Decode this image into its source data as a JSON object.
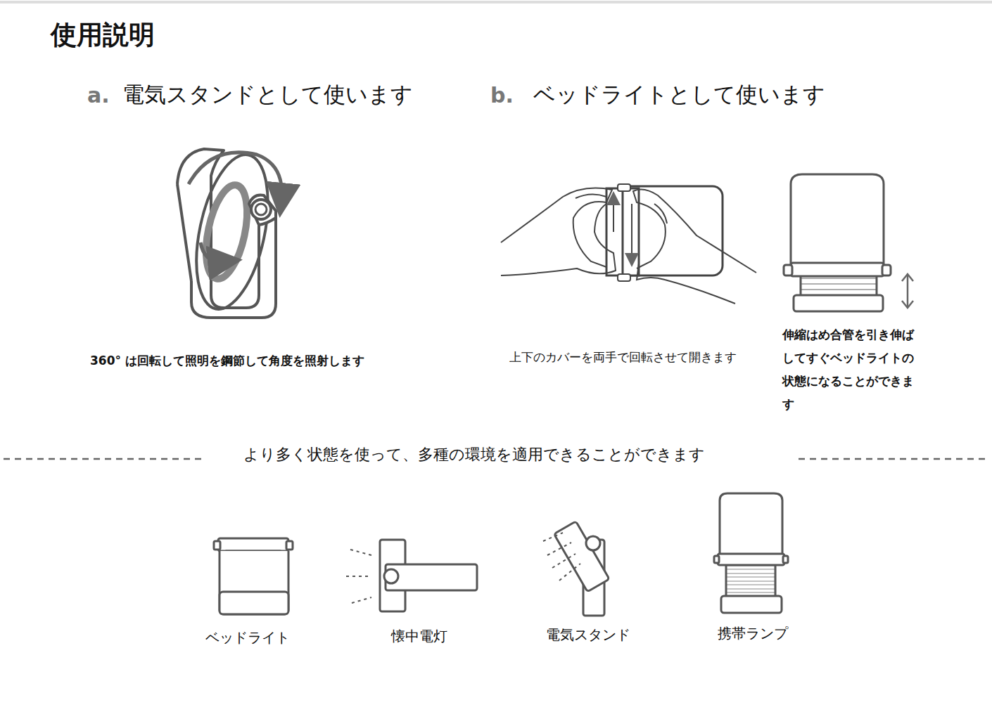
{
  "diagram": {
    "title": "使用説明",
    "labels": [
      "a.",
      "電気スタンドとして使います",
      "b.",
      "ベッドライトとして使います",
      "360° は回転して照明を鋼節して角度を照射します",
      "上下のカバーを両手で回転させて開きます",
      "伸縮はめ合管を引き伸ばしてすぐベッドライトの状態になることができます",
      "より多く状態を使って、多種の環境を適用できることができます",
      "ベッドライト",
      "懐中電灯",
      "電気スタンド",
      "携帯ランプ"
    ]
  }
}
